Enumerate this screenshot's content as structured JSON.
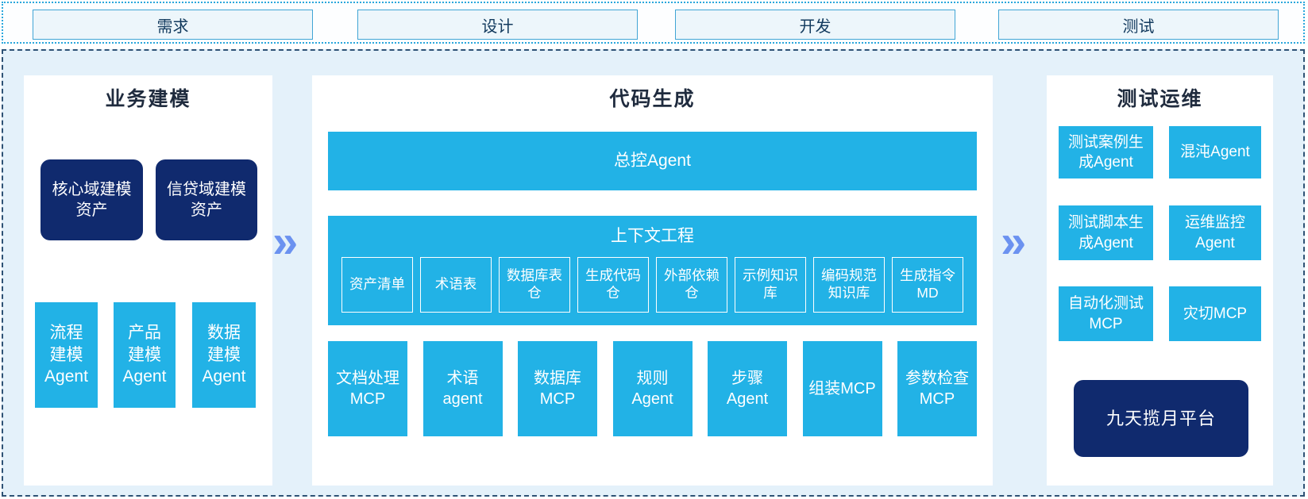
{
  "colors": {
    "cyan": "#22b2e6",
    "navy": "#102a6e",
    "panel_bg": "#ffffff",
    "area_bg": "#e4f1fa",
    "arrow": "#6b92f0",
    "phase_fill": "#edf6fb",
    "phase_border": "#41a5d5",
    "phase_text": "#123a5e",
    "dotted_border": "#2aa7dc",
    "dashed_border": "#2e5275",
    "title": "#1f2b3e"
  },
  "phases": [
    "需求",
    "设计",
    "开发",
    "测试"
  ],
  "arrows": {
    "glyph": "»"
  },
  "panels": {
    "business_modeling": {
      "title": "业务建模",
      "asset_boxes": [
        "核心域建模资产",
        "信贷域建模资产"
      ],
      "agent_boxes": [
        "流程建模Agent",
        "产品建模Agent",
        "数据建模Agent"
      ]
    },
    "code_generation": {
      "title": "代码生成",
      "master_agent": "总控Agent",
      "context_engineering": {
        "title": "上下文工程",
        "items": [
          "资产清单",
          "术语表",
          "数据库表仓",
          "生成代码仓",
          "外部依赖仓",
          "示例知识库",
          "编码规范知识库",
          "生成指令MD"
        ]
      },
      "tools": [
        "文档处理MCP",
        "术语agent",
        "数据库MCP",
        "规则Agent",
        "步骤Agent",
        "组装MCP",
        "参数检查MCP"
      ]
    },
    "test_ops": {
      "title": "测试运维",
      "boxes": [
        "测试案例生成Agent",
        "混沌Agent",
        "测试脚本生成Agent",
        "运维监控Agent",
        "自动化测试MCP",
        "灾切MCP"
      ],
      "platform": "九天揽月平台"
    }
  }
}
